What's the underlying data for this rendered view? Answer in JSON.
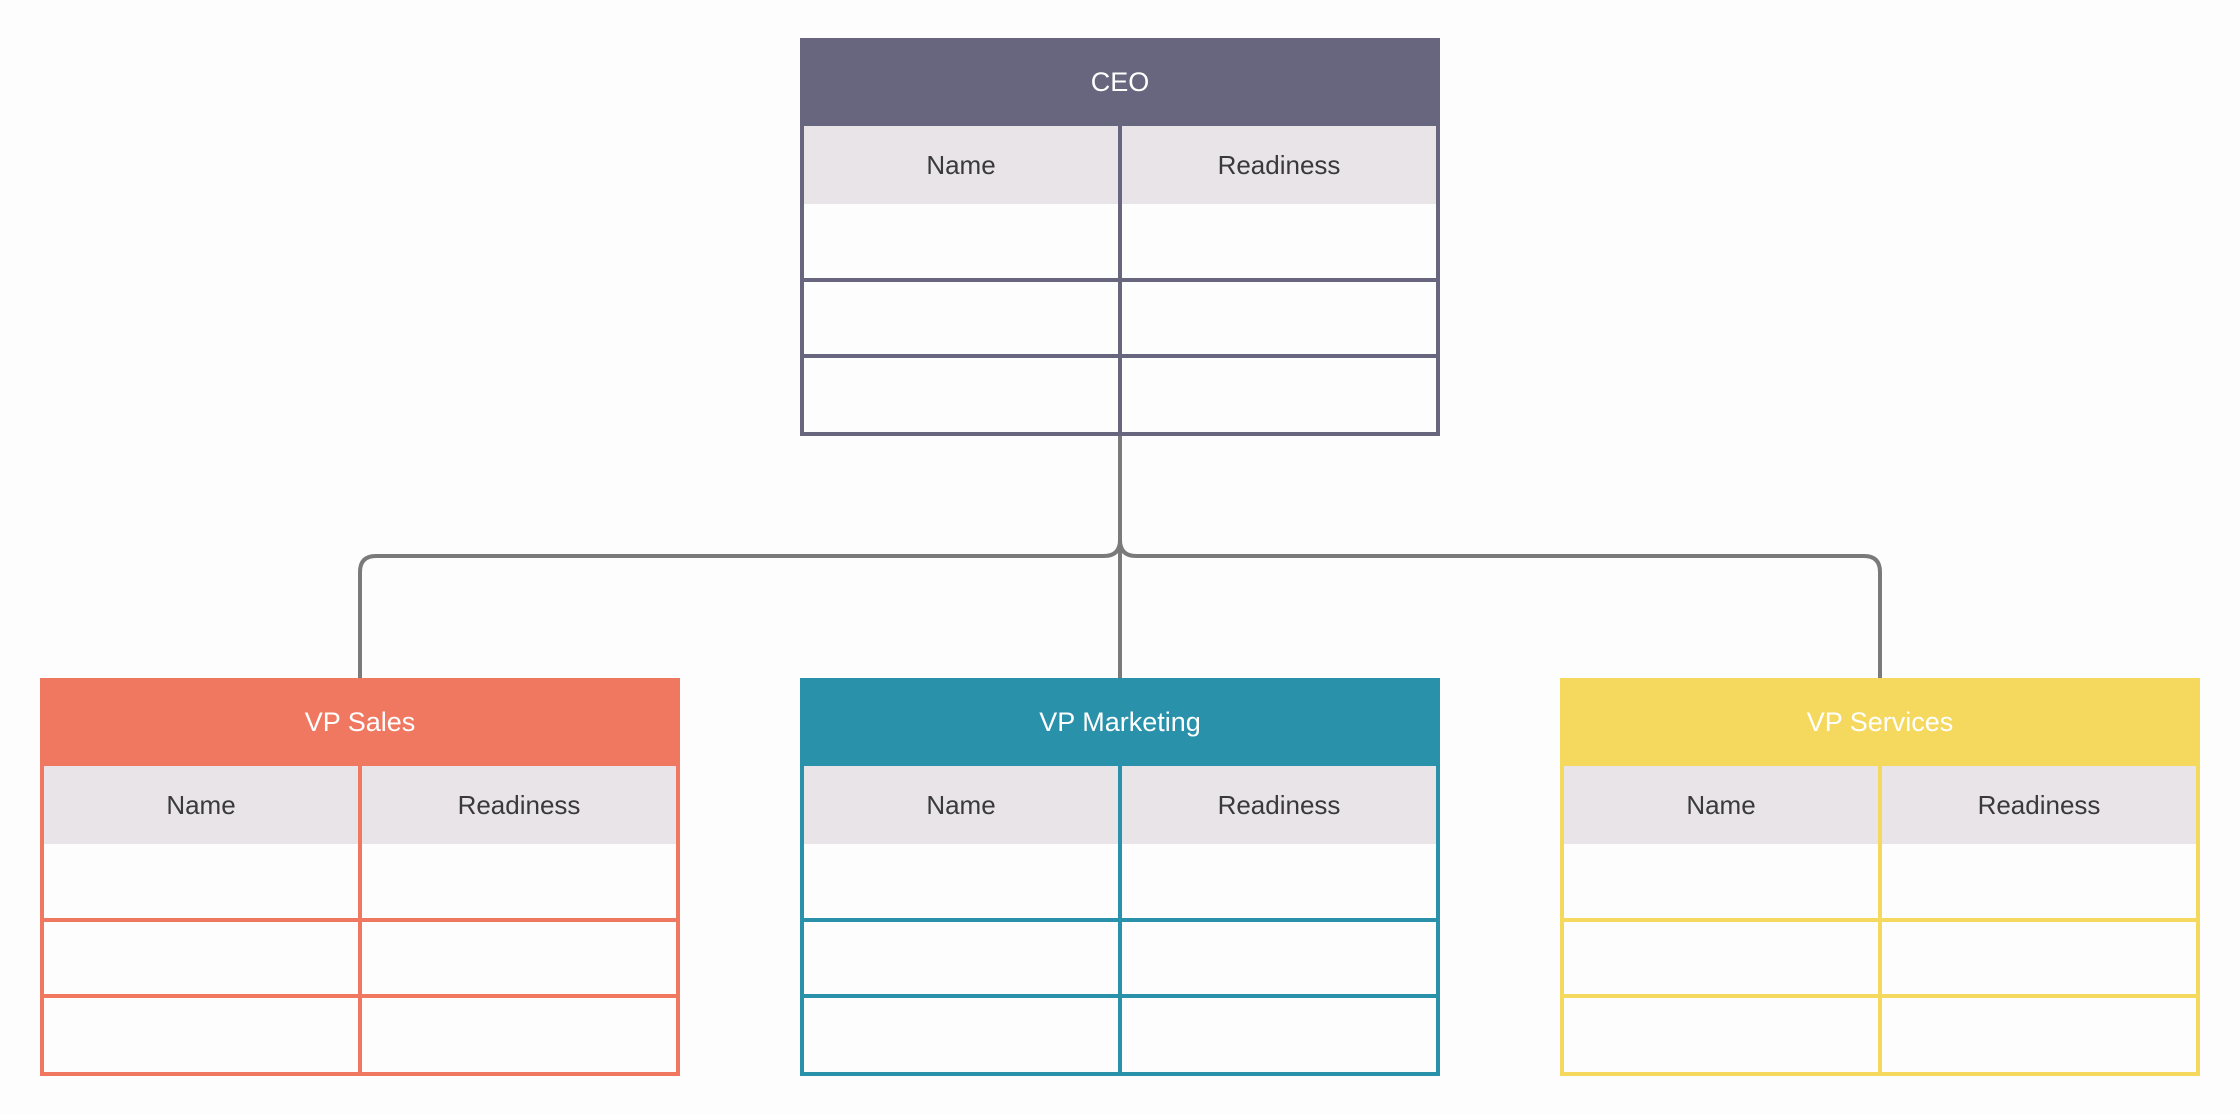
{
  "diagram": {
    "connector_color": "#7a7a7a",
    "ceo": {
      "title": "CEO",
      "color": "#67667e",
      "columns": [
        "Name",
        "Readiness"
      ],
      "rows": [
        [
          "",
          ""
        ],
        [
          "",
          ""
        ],
        [
          "",
          ""
        ]
      ]
    },
    "vp_sales": {
      "title": "VP Sales",
      "color": "#f07860",
      "columns": [
        "Name",
        "Readiness"
      ],
      "rows": [
        [
          "",
          ""
        ],
        [
          "",
          ""
        ],
        [
          "",
          ""
        ]
      ]
    },
    "vp_marketing": {
      "title": "VP Marketing",
      "color": "#2a91aa",
      "columns": [
        "Name",
        "Readiness"
      ],
      "rows": [
        [
          "",
          ""
        ],
        [
          "",
          ""
        ],
        [
          "",
          ""
        ]
      ]
    },
    "vp_services": {
      "title": "VP Services",
      "color": "#f5d95f",
      "columns": [
        "Name",
        "Readiness"
      ],
      "rows": [
        [
          "",
          ""
        ],
        [
          "",
          ""
        ],
        [
          "",
          ""
        ]
      ]
    }
  }
}
